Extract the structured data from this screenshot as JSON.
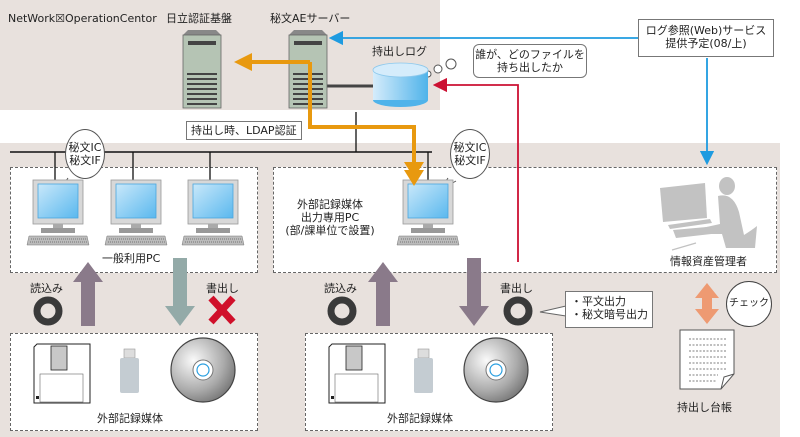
{
  "colors": {
    "zone_bg": "#e8e1dd",
    "orange_flow": "#e8990f",
    "blue_flow": "#1e9be0",
    "red_flow": "#cc1133",
    "read_arrow": "#8a7a8a",
    "write_blocked_arrow": "#93aaa8",
    "ok_mark": "#3a3a3a",
    "ng_mark": "#d0102a",
    "check_arrow": "#ee9a72"
  },
  "noc": {
    "title": "NetWork☒OperationCentor",
    "auth_server_label": "日立認証基盤",
    "ae_server_label": "秘文AEサーバー",
    "log_db_label": "持出しログ",
    "log_thought": [
      "誰が、どのファイルを",
      "持ち出したか"
    ]
  },
  "web_service": [
    "ログ参照(Web)サービス",
    "提供予定(08/上)"
  ],
  "ldap_label": "持出し時、LDAP認証",
  "general_zone": {
    "bubble": [
      "秘文IC",
      "秘文IF"
    ],
    "pcs_label": "一般利用PC",
    "read_label": "読込み",
    "write_label": "書出し",
    "read_status": "allowed",
    "write_status": "blocked",
    "media_label": "外部記録媒体"
  },
  "export_zone": {
    "bubble": [
      "秘文IC",
      "秘文IF"
    ],
    "pc_label": [
      "外部記録媒体",
      "出力専用PC",
      "(部/課単位で設置)"
    ],
    "read_label": "読込み",
    "write_label": "書出し",
    "read_status": "allowed",
    "write_status": "allowed",
    "write_note": [
      "・平文出力",
      "・秘文暗号出力"
    ],
    "media_label": "外部記録媒体"
  },
  "admin": {
    "label": "情報資産管理者",
    "check_label": "チェック",
    "ledger_label": "持出し台帳"
  },
  "icons": {
    "server": "server-icon",
    "database": "database-icon",
    "pc": "desktop-pc-icon",
    "floppy": "floppy-disk-icon",
    "usb": "usb-memory-icon",
    "cd": "cd-disc-icon",
    "ok": "circle-ok-icon",
    "ng": "cross-ng-icon",
    "admin": "administrator-silhouette-icon",
    "ledger": "document-ledger-icon"
  }
}
